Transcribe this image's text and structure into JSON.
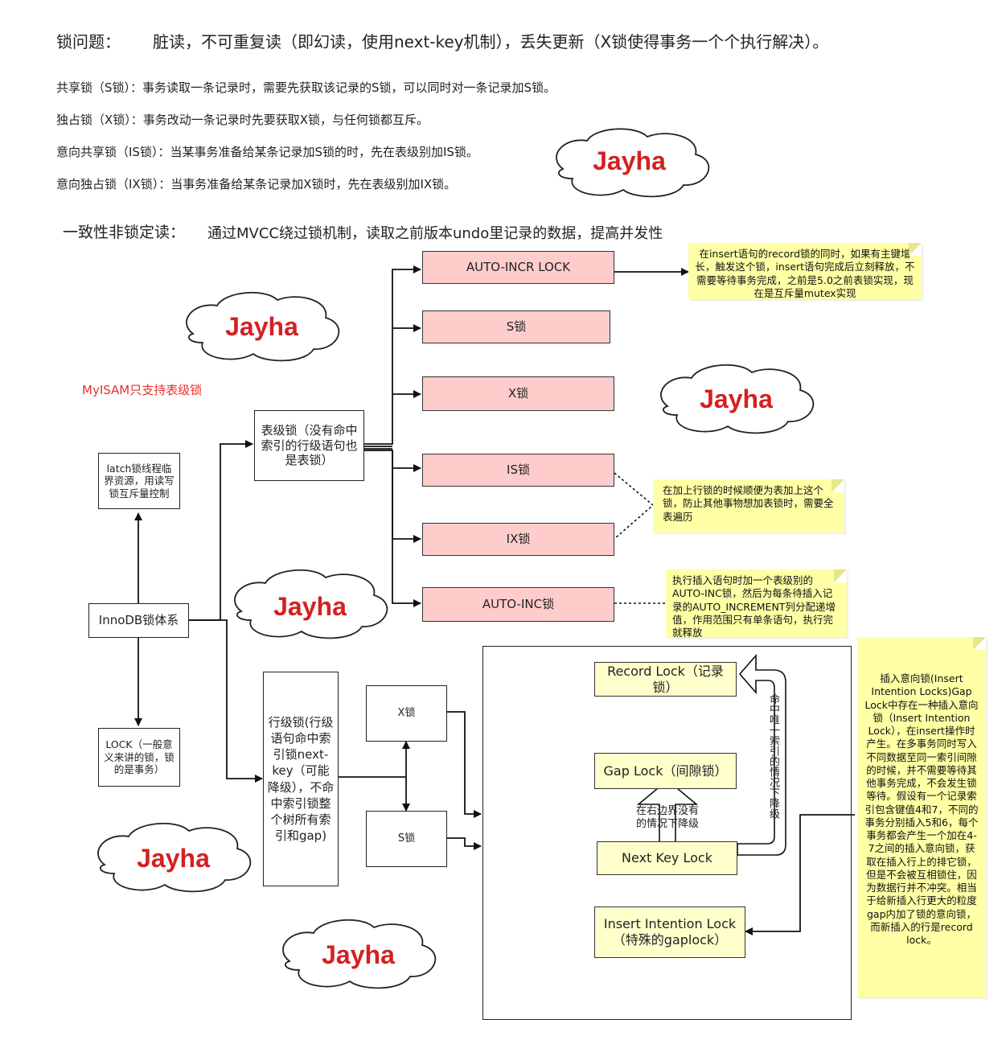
{
  "header": {
    "label": "锁问题：",
    "text": "脏读，不可重复读（即幻读，使用next-key机制），丢失更新（X锁使得事务一个个执行解决）。"
  },
  "definitions": [
    "共享锁（S锁）：事务读取一条记录时，需要先获取该记录的S锁，可以同时对一条记录加S锁。",
    "独占锁（X锁）：事务改动一条记录时先要获取X锁，与任何锁都互斥。",
    "意向共享锁（IS锁）：当某事务准备给某条记录加S锁的时，先在表级别加IS锁。",
    "意向独占锁（IX锁）：当事务准备给某条记录加X锁时，先在表级别加IX锁。"
  ],
  "consistent_read": {
    "label": "一致性非锁定读：",
    "text": "通过MVCC绕过锁机制，读取之前版本undo里记录的数据，提高并发性"
  },
  "watermark": "Jayha",
  "myisam_note": "MyISAM只支持表级锁",
  "colors": {
    "red": "#e8302d",
    "pink": "#ffcccc",
    "yellow": "#ffffcc",
    "note": "#ffffa6",
    "watermark": "#d32121"
  },
  "nodes": {
    "innodb": "InnoDB锁体系",
    "latch": "latch锁线程临界资源，用读写锁互斥量控制",
    "lock": "LOCK（一般意义来讲的锁，锁的是事务）",
    "table_lock": "表级锁（没有命中索引的行级语句也是表锁）",
    "row_lock": "行级锁(行级语句命中索引锁next-key（可能降级），不命中索引锁整个树所有索引和gap)",
    "auto_incr_lock": "AUTO-INCR LOCK",
    "s_lock": "S锁",
    "x_lock": "X锁",
    "is_lock": "IS锁",
    "ix_lock": "IX锁",
    "auto_inc": "AUTO-INC锁",
    "row_x": "X锁",
    "row_s": "S锁",
    "record_lock": "Record Lock（记录锁）",
    "gap_lock": "Gap Lock（间隙锁）",
    "next_key_lock": "Next Key Lock",
    "insert_intention_lock": "Insert Intention Lock（特殊的gaplock）",
    "degrade_vertical": "命中唯一索引的情况下降级",
    "degrade_right_boundary": "在右边界没有的情况下降级"
  },
  "notes": {
    "auto_incr_note": "在insert语句的record锁的同时，如果有主键增长，触发这个锁，insert语句完成后立刻释放，不需要等待事务完成，之前是5.0之前表锁实现，现在是互斥量mutex实现",
    "intention_note": "在加上行锁的时候顺便为表加上这个锁，防止其他事物想加表锁时，需要全表遍历",
    "auto_inc_note": "执行插入语句时加一个表级别的AUTO-INC锁，然后为每条待插入记录的AUTO_INCREMENT列分配递增值，作用范围只有单条语句，执行完就释放",
    "insert_intention_note": "插入意向锁(Insert Intention Locks)Gap Lock中存在一种插入意向锁（Insert Intention Lock），在insert操作时产生。在多事务同时写入不同数据至同一索引间隙的时候，并不需要等待其他事务完成，不会发生锁等待。假设有一个记录索引包含键值4和7，不同的事务分别插入5和6，每个事务都会产生一个加在4-7之间的插入意向锁，获取在插入行上的排它锁，但是不会被互相锁住，因为数据行并不冲突。相当于给新插入行更大的粒度gap内加了锁的意向锁，而新插入的行是record lock。"
  }
}
